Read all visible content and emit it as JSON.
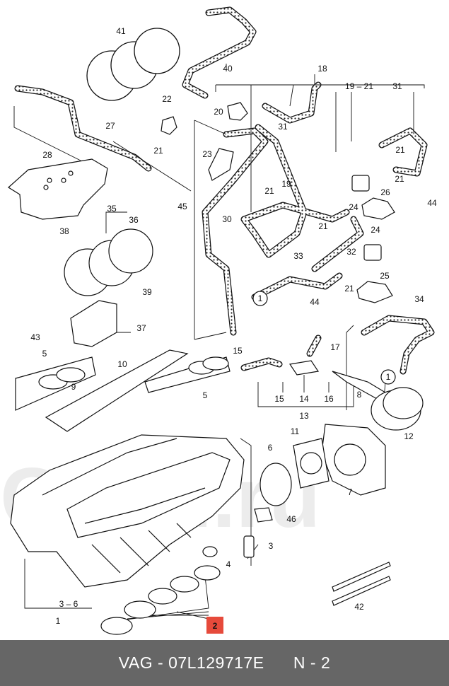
{
  "diagram": {
    "callouts": [
      "41",
      "40",
      "18",
      "19 – 21",
      "31",
      "22",
      "20",
      "31",
      "27",
      "21",
      "23",
      "21",
      "19",
      "21",
      "24",
      "26",
      "44",
      "45",
      "30",
      "21",
      "28",
      "35",
      "36",
      "38",
      "21",
      "32",
      "24",
      "33",
      "21",
      "25",
      "39",
      "1",
      "44",
      "43",
      "37",
      "34",
      "15",
      "17",
      "5",
      "10",
      "1",
      "9",
      "15",
      "14",
      "16",
      "13",
      "8",
      "5",
      "11",
      "12",
      "6",
      "7",
      "46",
      "3",
      "4",
      "2",
      "3 – 6",
      "1",
      "42"
    ],
    "highlight_label": "2",
    "watermark": "CPMI.ru"
  },
  "footer": {
    "part_code": "VAG - 07L129717E",
    "section": "N - 2"
  }
}
